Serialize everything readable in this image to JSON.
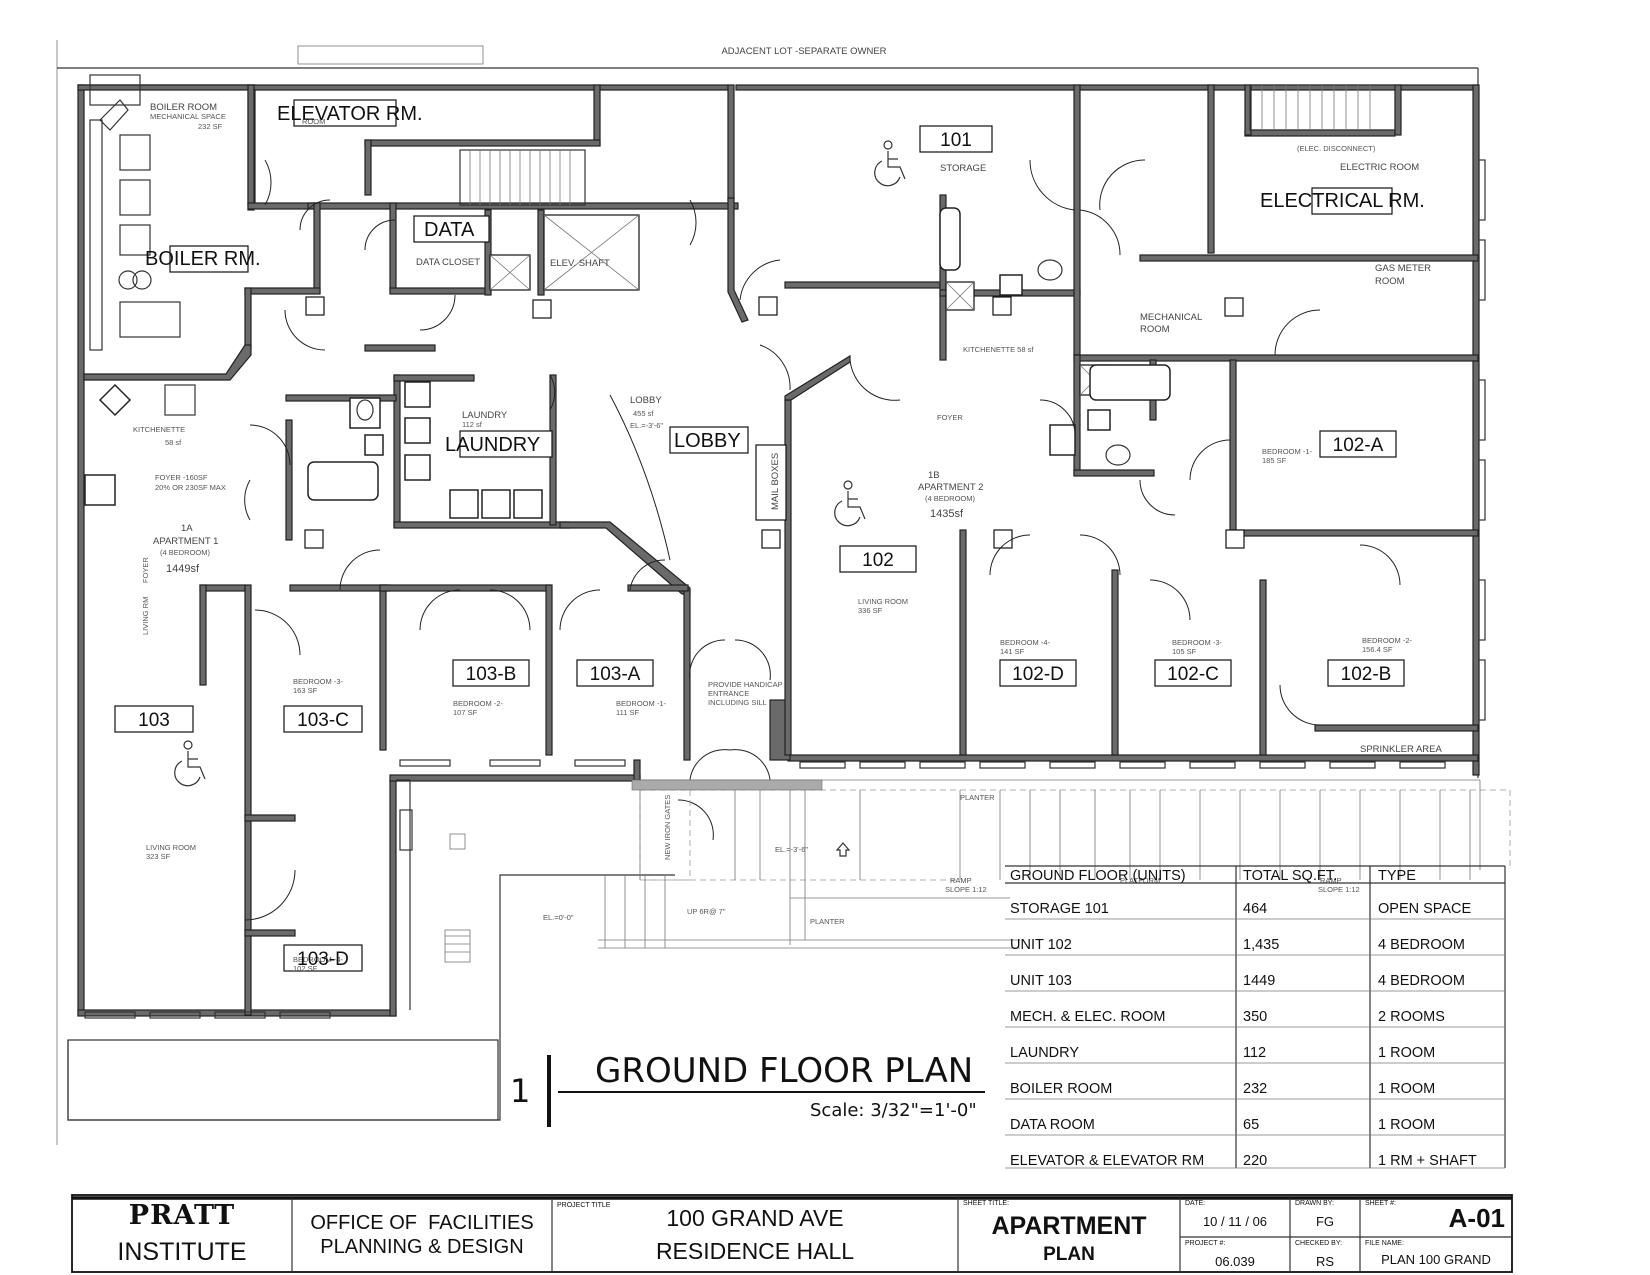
{
  "site": {
    "adjacent_lot": "ADJACENT LOT -SEPARATE OWNER"
  },
  "rooms": {
    "boiler_room_title": "BOILER ROOM",
    "boiler_room_sub": "MECHANICAL SPACE",
    "boiler_room_sf": "232 SF",
    "boiler_tag": "BOILER RM.",
    "elevator_tag": "ELEVATOR RM.",
    "elevator_room": "ROOM",
    "data_tag": "DATA",
    "data_closet": "DATA CLOSET",
    "elev_shaft": "ELEV. SHAFT",
    "laundry_title": "LAUNDRY",
    "laundry_sf": "112 sf",
    "laundry_tag": "LAUNDRY",
    "lobby_title": "LOBBY",
    "lobby_sf": "455 sf",
    "lobby_el": "EL.=-3'-6\"",
    "lobby_tag": "LOBBY",
    "mail_boxes": "MAIL BOXES",
    "storage_tag": "101",
    "storage_label": "STORAGE",
    "electric_disconnect": "(ELEC. DISCONNECT)",
    "electric_room": "ELECTRIC ROOM",
    "electrical_tag": "ELECTRICAL RM.",
    "gas_meter_1": "GAS METER",
    "gas_meter_2": "ROOM",
    "mechanical_1": "MECHANICAL",
    "mechanical_2": "ROOM",
    "kitchenette_2": "KITCHENETTE  58 sf",
    "foyer_2": "FOYER",
    "apt2_code": "1B",
    "apt2_name": "APARTMENT 2",
    "apt2_beds": "(4 BEDROOM)",
    "apt2_sf": "1435sf",
    "tag_102": "102",
    "living_102": "LIVING ROOM",
    "living_102_sf": "336 SF",
    "bed_102a": "BEDROOM -1-",
    "bed_102a_sf": "185 SF",
    "tag_102a": "102-A",
    "bed_102b": "BEDROOM -2-",
    "bed_102b_sf": "156.4 SF",
    "tag_102b": "102-B",
    "bed_102c": "BEDROOM -3-",
    "bed_102c_sf": "105 SF",
    "tag_102c": "102-C",
    "bed_102d": "BEDROOM -4-",
    "bed_102d_sf": "141 SF",
    "tag_102d": "102-D",
    "sprinkler": "SPRINKLER AREA",
    "kitchenette_1": "KITCHENETTE",
    "kitchenette_1_sf": "58 sf",
    "foyer_1": "FOYER -160SF",
    "foyer_1_note": "20% OR 230SF MAX",
    "apt1_code": "1A",
    "apt1_name": "APARTMENT 1",
    "apt1_beds": "(4 BEDROOM)",
    "apt1_sf": "1449sf",
    "foyer_v": "FOYER",
    "living_v": "LIVING RM",
    "tag_103": "103",
    "living_103": "LIVING ROOM",
    "living_103_sf": "323 SF",
    "bed_103c": "BEDROOM -3-",
    "bed_103c_sf": "163 SF",
    "tag_103c": "103-C",
    "bed_103b": "BEDROOM -2-",
    "bed_103b_sf": "107 SF",
    "tag_103b": "103-B",
    "bed_103a": "BEDROOM -1-",
    "bed_103a_sf": "111 SF",
    "tag_103a": "103-A",
    "bed_103d": "BEDROOM -4-",
    "bed_103d_sf": "102 SF",
    "tag_103d": "103-D",
    "entrance_1": "PROVIDE HANDICAP",
    "entrance_2": "ENTRANCE",
    "entrance_3": "INCLUDING SILL",
    "iron_gates": "NEW IRON GATES",
    "planter_top": "PLANTER",
    "planter_bottom": "PLANTER",
    "el_3_6": "EL.=-3'-6\"",
    "el_0": "EL.=0'-0\"",
    "up_6r": "UP 6R@ 7\"",
    "ramp_1": "RAMP",
    "ramp_1_slope": "SLOPE 1:12",
    "platform": "PLATFORM",
    "ramp_2": "RAMP",
    "ramp_2_slope": "SLOPE 1:12"
  },
  "drawing": {
    "number": "1",
    "title": "GROUND FLOOR PLAN",
    "scale": "Scale: 3/32\"=1'-0\""
  },
  "schedule": {
    "headers": [
      "GROUND FLOOR (UNITS)",
      "TOTAL SQ.FT.",
      "TYPE"
    ],
    "rows": [
      [
        "STORAGE 101",
        "464",
        "OPEN SPACE"
      ],
      [
        "UNIT 102",
        "1,435",
        "4 BEDROOM"
      ],
      [
        "UNIT 103",
        "1449",
        "4 BEDROOM"
      ],
      [
        "MECH. & ELEC. ROOM",
        "350",
        "2 ROOMS"
      ],
      [
        "LAUNDRY",
        "112",
        "1 ROOM"
      ],
      [
        "BOILER ROOM",
        "232",
        "1 ROOM"
      ],
      [
        "DATA ROOM",
        "65",
        "1 ROOM"
      ],
      [
        "ELEVATOR & ELEVATOR RM",
        "220",
        "1 RM + SHAFT"
      ]
    ]
  },
  "title_block": {
    "org_line1": "PRATT",
    "org_line2": "INSTITUTE",
    "office_line1": "OFFICE OF  FACILITIES",
    "office_line2": "PLANNING & DESIGN",
    "project_title_label": "PROJECT TITLE",
    "project_line1": "100 GRAND AVE",
    "project_line2": "RESIDENCE HALL",
    "sheet_title_label": "SHEET TITLE:",
    "sheet_line1": "APARTMENT",
    "sheet_line2": "PLAN",
    "date_label": "DATE:",
    "date": "10 / 11 / 06",
    "project_no_label": "PROJECT #:",
    "project_no": "06.039",
    "drawn_by_label": "DRAWN BY:",
    "drawn_by": "FG",
    "checked_by_label": "CHECKED BY:",
    "checked_by": "RS",
    "sheet_no_label": "SHEET #:",
    "sheet_no": "A-01",
    "file_name_label": "FILE NAME:",
    "file_name": "PLAN 100 GRAND"
  }
}
